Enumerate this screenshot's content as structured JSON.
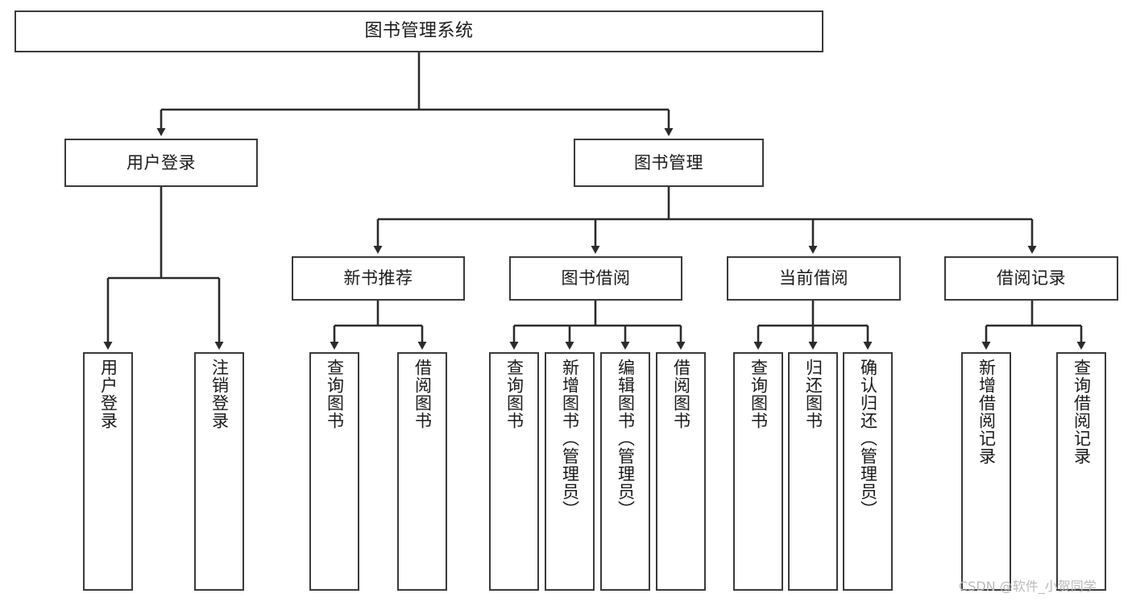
{
  "diagram": {
    "title": "图书管理系统",
    "type": "tree-hierarchy",
    "root": {
      "label": "图书管理系统"
    },
    "level1": [
      {
        "label": "用户登录"
      },
      {
        "label": "图书管理"
      }
    ],
    "level2": [
      {
        "label": "新书推荐"
      },
      {
        "label": "图书借阅"
      },
      {
        "label": "当前借阅"
      },
      {
        "label": "借阅记录"
      }
    ],
    "leaves": {
      "user_login": [
        {
          "label": "用户登录"
        },
        {
          "label": "注销登录"
        }
      ],
      "new_book_recommend": [
        {
          "label": "查询图书"
        },
        {
          "label": "借阅图书"
        }
      ],
      "book_borrow": [
        {
          "label": "查询图书"
        },
        {
          "label": "新增图书（管理员）"
        },
        {
          "label": "编辑图书（管理员）"
        },
        {
          "label": "借阅图书"
        }
      ],
      "current_borrow": [
        {
          "label": "查询图书"
        },
        {
          "label": "归还图书"
        },
        {
          "label": "确认归还（管理员）"
        }
      ],
      "borrow_record": [
        {
          "label": "新增借阅记录"
        },
        {
          "label": "查询借阅记录"
        }
      ]
    }
  },
  "watermark": {
    "text": "CSDN @软件_小贺同学"
  },
  "colors": {
    "box_border": "#3a3a3a",
    "box_fill": "#ffffff",
    "edge": "#2b2b2b",
    "text": "#1a1a1a",
    "watermark": "#b9b9b9",
    "background": "#ffffff"
  }
}
